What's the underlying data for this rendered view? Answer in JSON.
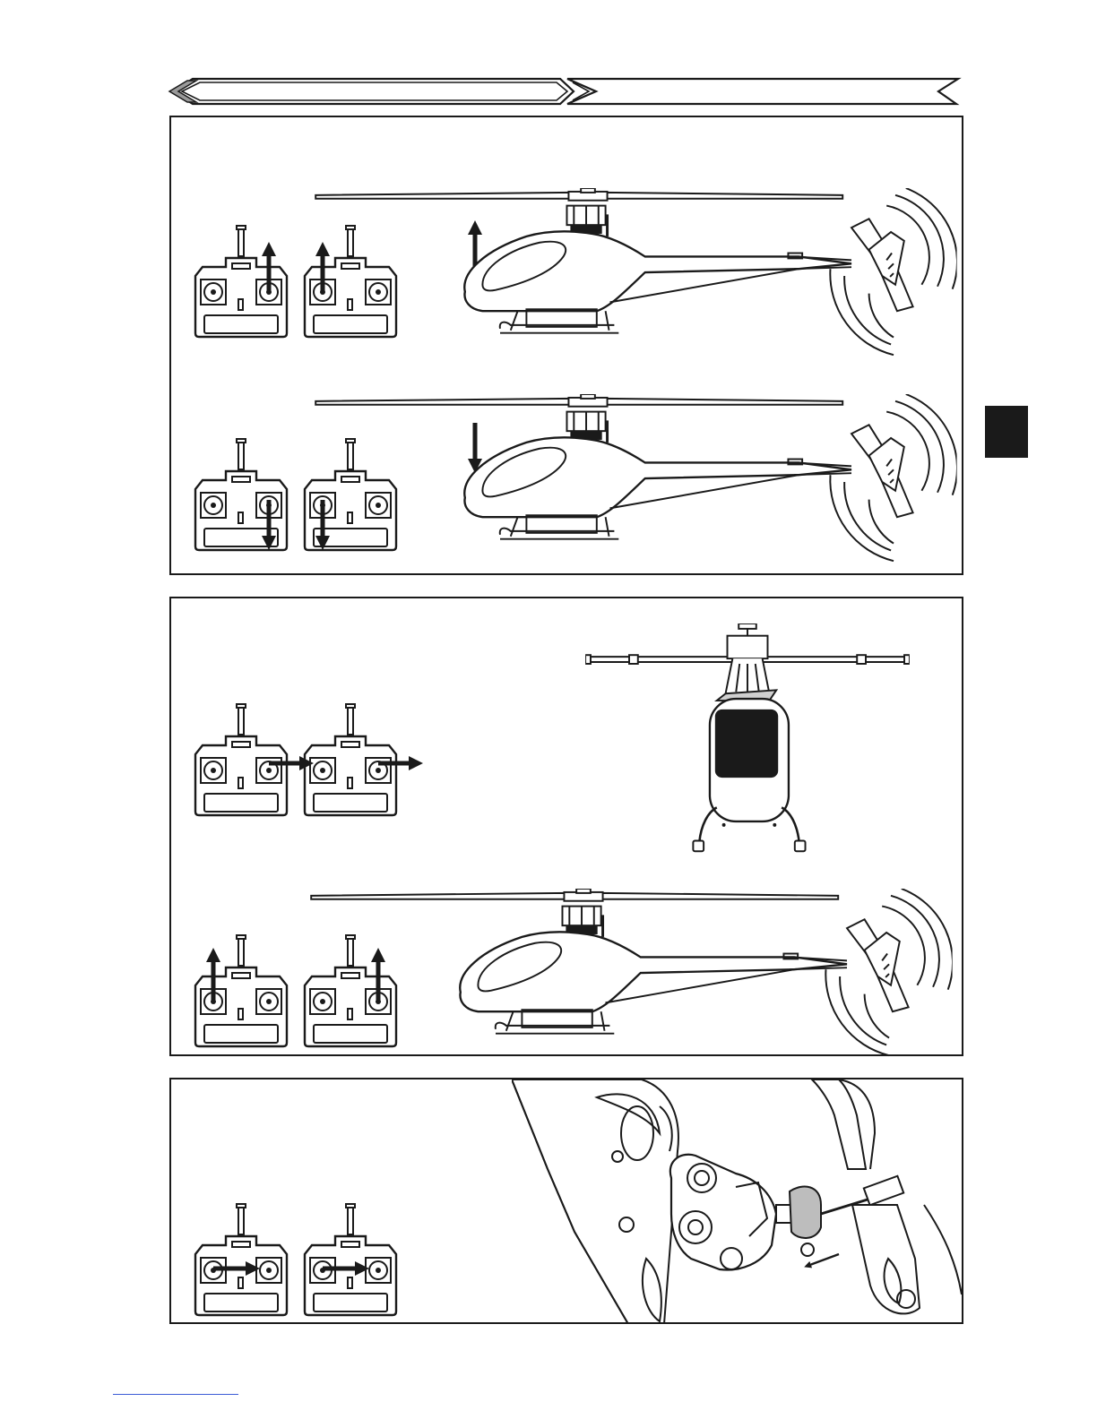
{
  "page": {
    "header_banner": {
      "left_text": "",
      "right_text": ""
    },
    "side_tab": {
      "color": "#1a1a1a"
    },
    "sections": [
      {
        "id": "collective",
        "rows": [
          {
            "id": "pitch-up",
            "motion": "up",
            "left_tx_stick_arrow": "right-stick-up",
            "right_tx_stick_arrow": "left-stick-up",
            "heli_view": "side",
            "motion_arrow": "up"
          },
          {
            "id": "pitch-down",
            "motion": "down",
            "left_tx_stick_arrow": "right-stick-down",
            "right_tx_stick_arrow": "left-stick-down",
            "heli_view": "side",
            "motion_arrow": "down"
          }
        ]
      },
      {
        "id": "aileron-elevator",
        "rows": [
          {
            "id": "aileron-right",
            "left_tx_stick_arrow": "right-stick-right",
            "right_tx_stick_arrow": "right-stick-right",
            "heli_view": "front"
          },
          {
            "id": "elevator",
            "left_tx_stick_arrow": "left-stick-up",
            "right_tx_stick_arrow": "right-stick-up",
            "heli_view": "side"
          }
        ]
      },
      {
        "id": "rudder",
        "rows": [
          {
            "id": "rudder-right",
            "left_tx_stick_arrow": "left-stick-right",
            "right_tx_stick_arrow": "left-stick-right",
            "heli_view": "tail-closeup"
          }
        ]
      }
    ],
    "colors": {
      "ink": "#1a1a1a",
      "link_underline": "#3b5bd6"
    }
  }
}
